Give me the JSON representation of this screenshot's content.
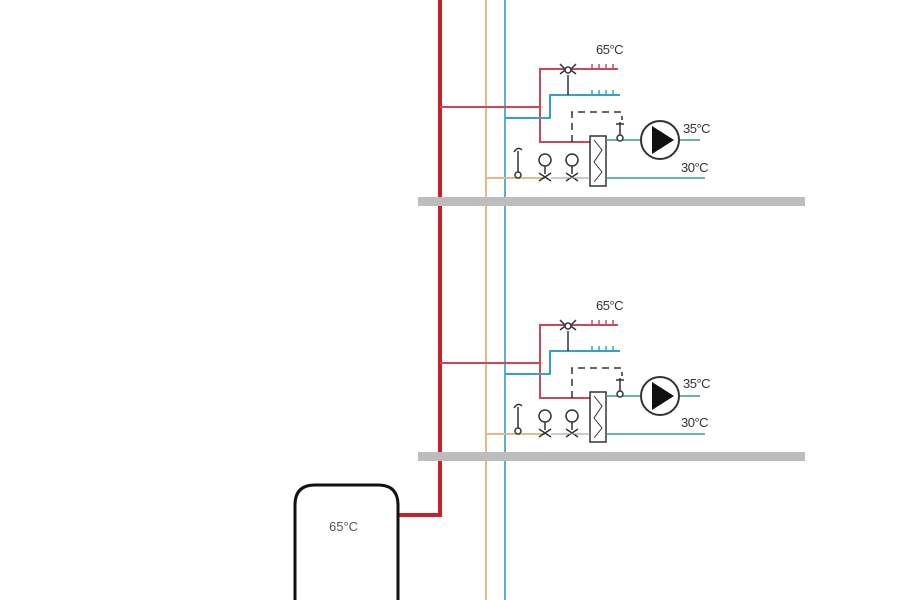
{
  "diagram": {
    "type": "hydraulic-schematic",
    "colors": {
      "hot_riser": "#c8202a",
      "hot_branch": "#c64a5a",
      "cold_riser": "#5aaed8",
      "cold_branch": "#3aa0c0",
      "circulation_riser": "#e8b888",
      "heating_line": "#3aa070",
      "floor_slab": "#bdbdbd",
      "symbol_stroke": "#333333"
    },
    "storage_tank": {
      "label": "65°C"
    },
    "floors": [
      {
        "name": "upper-floor",
        "hot_water_label": "65°C",
        "supply_label": "35°C",
        "return_label": "30°C"
      },
      {
        "name": "lower-floor",
        "hot_water_label": "65°C",
        "supply_label": "35°C",
        "return_label": "30°C"
      }
    ]
  }
}
